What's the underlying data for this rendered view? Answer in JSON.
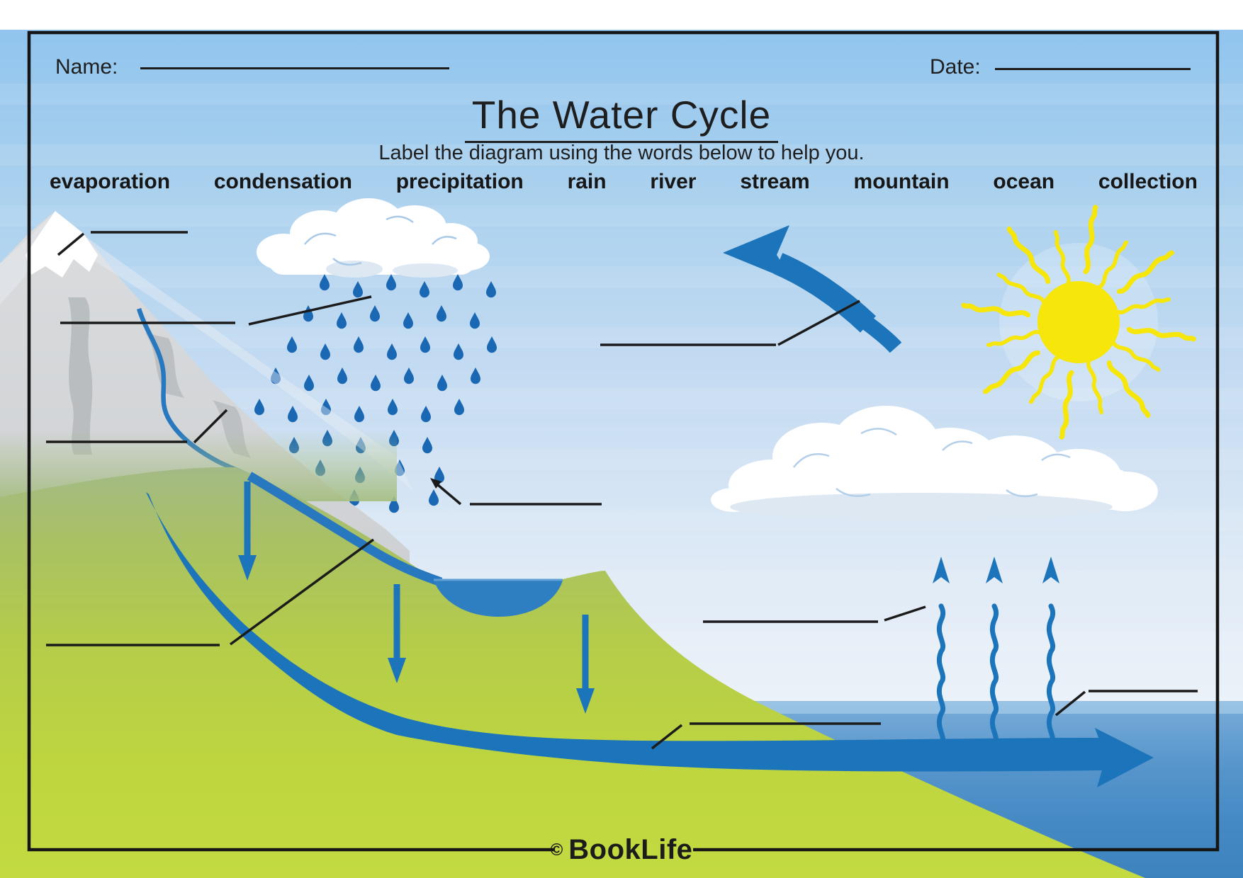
{
  "header": {
    "name_label": "Name:",
    "date_label": "Date:",
    "title": "The Water Cycle",
    "subtitle": "Label the diagram using the words below to help you."
  },
  "word_bank": [
    "evaporation",
    "condensation",
    "precipitation",
    "rain",
    "river",
    "stream",
    "mountain",
    "ocean",
    "collection"
  ],
  "footer": {
    "copyright": "©",
    "brand": "BookLife"
  },
  "diagram": {
    "answer_blanks_count": 9,
    "scene_elements": [
      "mountain",
      "snow-cap",
      "rain-cloud",
      "rain",
      "sun",
      "cumulus-cloud",
      "rising-vapour-arrows",
      "curved-evaporation-arrow",
      "lake",
      "river-arrow",
      "down-arrows",
      "ocean",
      "grass-hill"
    ]
  },
  "colors": {
    "accent_blue": "#1c74ba",
    "sun_yellow": "#f6e60a",
    "sky_blue": "#a8d0ee",
    "grass_green": "#bfd63f",
    "ocean_blue": "#4489c4",
    "mountain_gray": "#d2d4d6",
    "cloud_white": "#ffffff",
    "rain_blue": "#1a68b4",
    "ink": "#1e1e1e"
  }
}
